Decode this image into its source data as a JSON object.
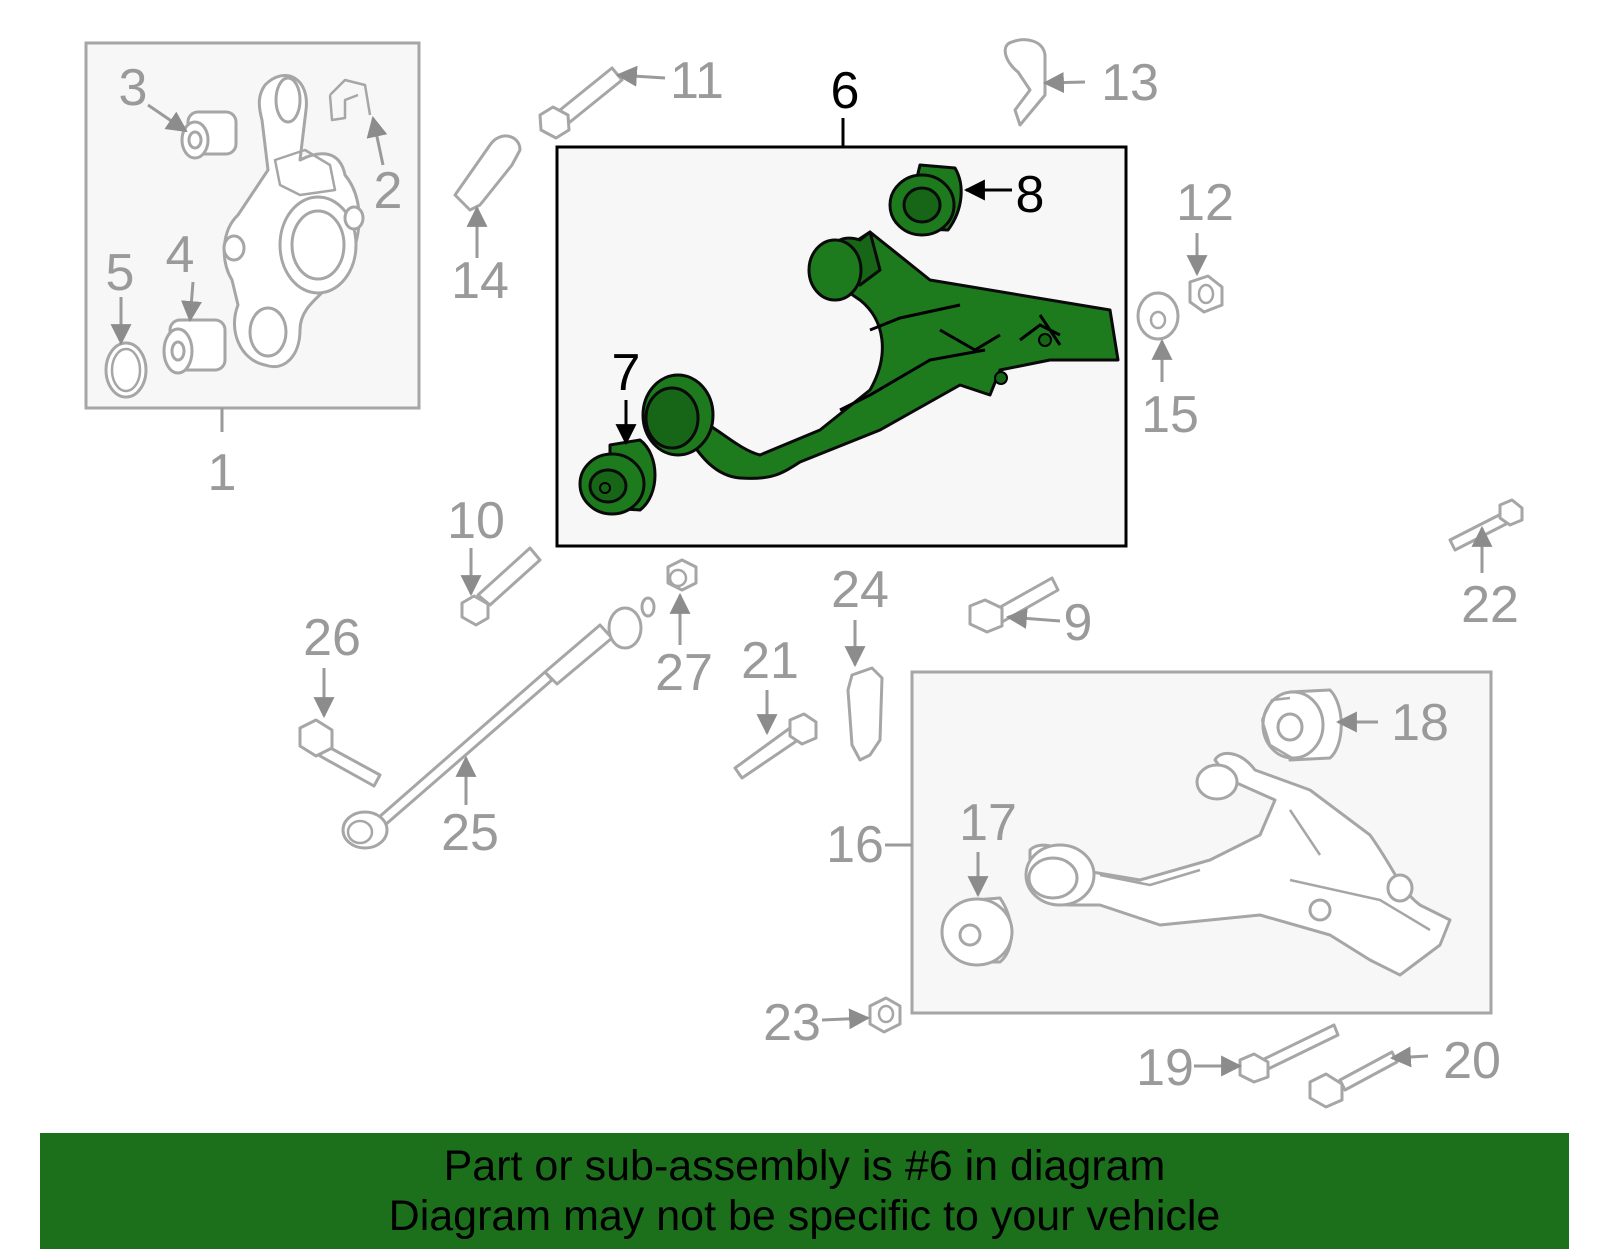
{
  "diagram": {
    "highlight_color": "#1c701c",
    "callouts": [
      "1",
      "2",
      "3",
      "4",
      "5",
      "6",
      "7",
      "8",
      "9",
      "10",
      "11",
      "12",
      "13",
      "14",
      "15",
      "16",
      "17",
      "18",
      "19",
      "20",
      "21",
      "22",
      "23",
      "24",
      "25",
      "26",
      "27"
    ],
    "highlighted_callouts": [
      "6",
      "7",
      "8"
    ]
  },
  "banner": {
    "line1": "Part or sub-assembly is #6 in diagram",
    "line2": "Diagram may not be specific to your vehicle"
  }
}
